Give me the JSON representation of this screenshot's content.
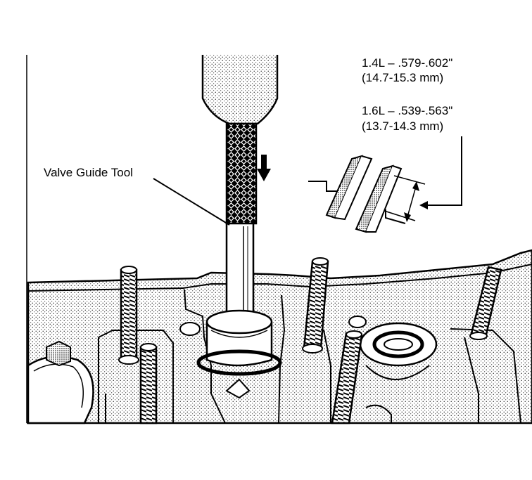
{
  "labels": {
    "tool": "Valve Guide Tool",
    "spec_14_line1": "1.4L  –  .579-.602\"",
    "spec_14_line2": "(14.7-15.3 mm)",
    "spec_16_line1": "1.6L  –  .539-.563\"",
    "spec_16_line2": "(13.7-14.3 mm)"
  }
}
